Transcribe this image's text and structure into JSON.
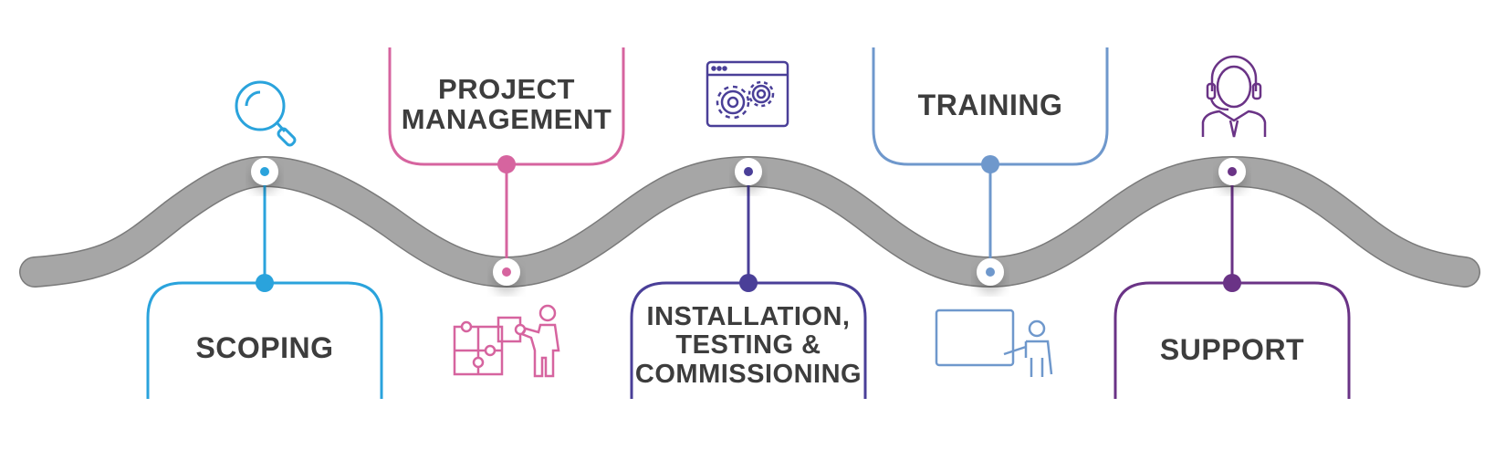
{
  "stages": [
    {
      "id": "scoping",
      "label": "SCOPING",
      "color": "#2aa3dc",
      "icon": "magnifier-icon",
      "box_side": "below"
    },
    {
      "id": "project-management",
      "label": "PROJECT\nMANAGEMENT",
      "color": "#d6649f",
      "icon": "puzzle-team-icon",
      "box_side": "above"
    },
    {
      "id": "installation",
      "label": "INSTALLATION,\nTESTING &\nCOMMISSIONING",
      "color": "#4a3f98",
      "icon": "browser-gears-icon",
      "box_side": "below"
    },
    {
      "id": "training",
      "label": "TRAINING",
      "color": "#6f98cc",
      "icon": "presentation-board-icon",
      "box_side": "above"
    },
    {
      "id": "support",
      "label": "SUPPORT",
      "color": "#6a3386",
      "icon": "headset-agent-icon",
      "box_side": "below"
    }
  ],
  "road_color": "#a6a6a6"
}
